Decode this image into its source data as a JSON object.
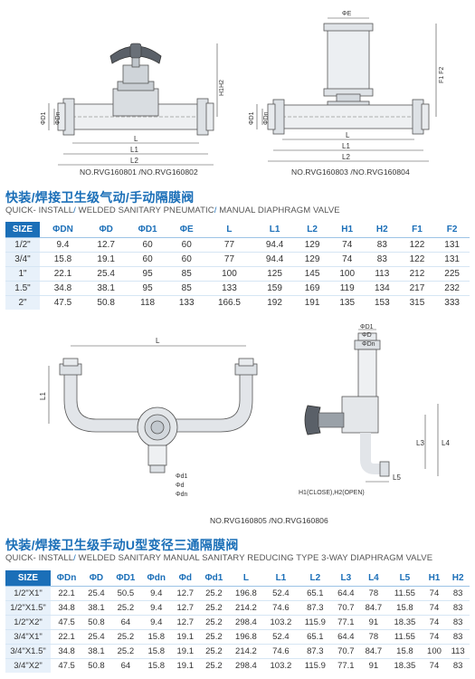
{
  "figure1": {
    "caption": "NO.RVG160801 /NO.RVG160802",
    "dims": {
      "d1": "ΦD1",
      "dn": "ΦDn",
      "l": "L",
      "l1": "L1",
      "l2": "L2",
      "h1h2": "H1H2"
    }
  },
  "figure2": {
    "caption": "NO.RVG160803 /NO.RVG160804",
    "dims": {
      "e": "ΦE",
      "d1": "ΦD1",
      "dn": "ΦDn",
      "l": "L",
      "l1": "L1",
      "l2": "L2",
      "f1f2": "F1 F2"
    }
  },
  "section1": {
    "title": "快装/焊接卫生级气动/手动隔膜阀",
    "subtitle_a": "QUICK- INSTALL",
    "subtitle_b": " WELDED SANITARY PNEUMATIC",
    "subtitle_c": " MANUAL DIAPHRAGM VALVE",
    "headers": [
      "SIZE",
      "ΦDN",
      "ΦD",
      "ΦD1",
      "ΦE",
      "L",
      "L1",
      "L2",
      "H1",
      "H2",
      "F1",
      "F2"
    ],
    "rows": [
      [
        "1/2\"",
        "9.4",
        "12.7",
        "60",
        "60",
        "77",
        "94.4",
        "129",
        "74",
        "83",
        "122",
        "131"
      ],
      [
        "3/4\"",
        "15.8",
        "19.1",
        "60",
        "60",
        "77",
        "94.4",
        "129",
        "74",
        "83",
        "122",
        "131"
      ],
      [
        "1\"",
        "22.1",
        "25.4",
        "95",
        "85",
        "100",
        "125",
        "145",
        "100",
        "113",
        "212",
        "225"
      ],
      [
        "1.5\"",
        "34.8",
        "38.1",
        "95",
        "85",
        "133",
        "159",
        "169",
        "119",
        "134",
        "217",
        "232"
      ],
      [
        "2\"",
        "47.5",
        "50.8",
        "118",
        "133",
        "166.5",
        "192",
        "191",
        "135",
        "153",
        "315",
        "333"
      ]
    ]
  },
  "figure3": {
    "dims": {
      "l": "L",
      "l1": "L1",
      "d1": "Φd1",
      "d": "Φd",
      "dn": "Φdn"
    }
  },
  "figure4": {
    "note": "H1(CLOSE),H2(OPEN)",
    "dims": {
      "d1": "ΦD1",
      "d": "ΦD",
      "dn": "ΦDn",
      "l3": "L3",
      "l4": "L4",
      "l5": "L5"
    }
  },
  "caption2": "NO.RVG160805 /NO.RVG160806",
  "section2": {
    "title": "快装/焊接卫生级手动U型变径三通隔膜阀",
    "subtitle_a": "QUICK- INSTALL",
    "subtitle_b": " WELDED SANITARY MANUAL SANITARY REDUCING TYPE 3-WAY DIAPHRAGM VALVE",
    "headers": [
      "SIZE",
      "ΦDn",
      "ΦD",
      "ΦD1",
      "Φdn",
      "Φd",
      "Φd1",
      "L",
      "L1",
      "L2",
      "L3",
      "L4",
      "L5",
      "H1",
      "H2"
    ],
    "rows": [
      [
        "1/2\"X1\"",
        "22.1",
        "25.4",
        "50.5",
        "9.4",
        "12.7",
        "25.2",
        "196.8",
        "52.4",
        "65.1",
        "64.4",
        "78",
        "11.55",
        "74",
        "83"
      ],
      [
        "1/2\"X1.5\"",
        "34.8",
        "38.1",
        "25.2",
        "9.4",
        "12.7",
        "25.2",
        "214.2",
        "74.6",
        "87.3",
        "70.7",
        "84.7",
        "15.8",
        "74",
        "83"
      ],
      [
        "1/2\"X2\"",
        "47.5",
        "50.8",
        "64",
        "9.4",
        "12.7",
        "25.2",
        "298.4",
        "103.2",
        "115.9",
        "77.1",
        "91",
        "18.35",
        "74",
        "83"
      ],
      [
        "3/4\"X1\"",
        "22.1",
        "25.4",
        "25.2",
        "15.8",
        "19.1",
        "25.2",
        "196.8",
        "52.4",
        "65.1",
        "64.4",
        "78",
        "11.55",
        "74",
        "83"
      ],
      [
        "3/4\"X1.5\"",
        "34.8",
        "38.1",
        "25.2",
        "15.8",
        "19.1",
        "25.2",
        "214.2",
        "74.6",
        "87.3",
        "70.7",
        "84.7",
        "15.8",
        "100",
        "113"
      ],
      [
        "3/4\"X2\"",
        "47.5",
        "50.8",
        "64",
        "15.8",
        "19.1",
        "25.2",
        "298.4",
        "103.2",
        "115.9",
        "77.1",
        "91",
        "18.35",
        "74",
        "83"
      ]
    ]
  }
}
